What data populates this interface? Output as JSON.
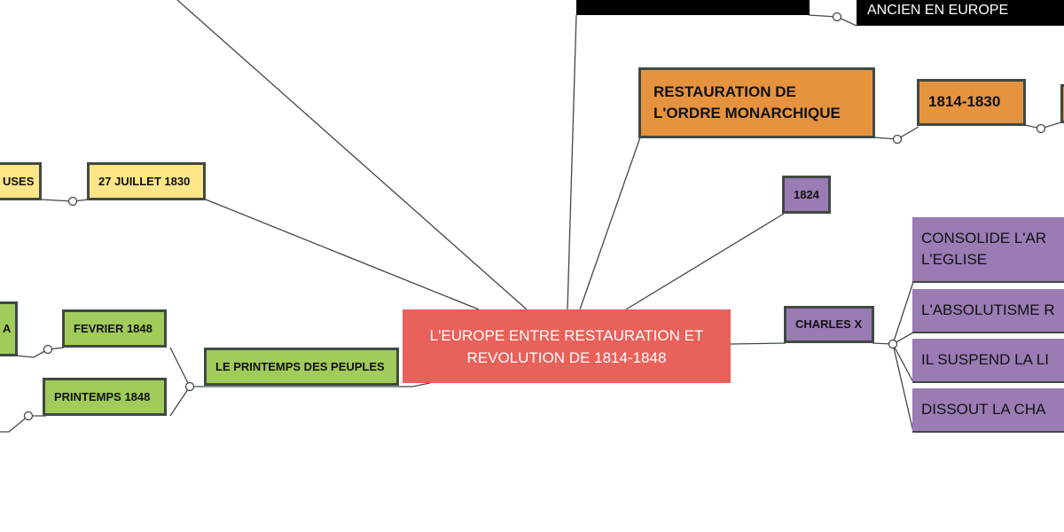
{
  "map": {
    "title": "L'EUROPE ENTRE RESTAURATION ET REVOLUTION DE 1814-1848",
    "restauration": "RESTAURATION DE L'ORDRE MONARCHIQUE",
    "date_1814_1830": "1814-1830",
    "date_1824": "1824",
    "charles_x": "CHARLES X",
    "charles_x_actions": [
      "CONSOLIDE L'AR L'EGLISE",
      "L'ABSOLUTISME R",
      "IL SUSPEND LA LI",
      "DISSOUT LA CHA"
    ],
    "ancien_europe": "ANCIEN EN EUROPE",
    "juillet_1830": "27 JUILLET 1830",
    "glorieuses_fragment": "USES",
    "printemps_peuples": "LE PRINTEMPS DES PEUPLES",
    "fevrier_1848": "FEVRIER 1848",
    "printemps_1848": "PRINTEMPS 1848",
    "left_fragment": "A"
  },
  "colors": {
    "center": "#e8615a",
    "orange": "#e69340",
    "green": "#a1cb5a",
    "yellow": "#fde588",
    "purple": "#9a7bb4",
    "black": "#000000",
    "link": "#3f4a43"
  }
}
